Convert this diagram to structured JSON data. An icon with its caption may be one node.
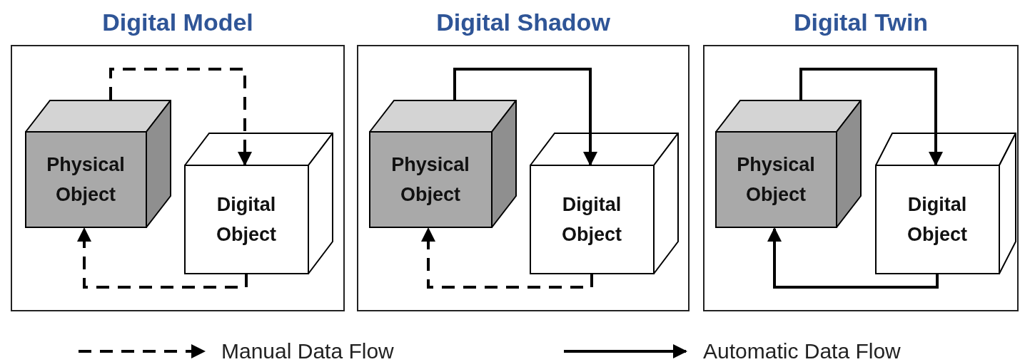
{
  "diagram": {
    "nodes": [
      {
        "text": [
          "Digital Model"
        ]
      },
      {
        "text": [
          "Physical Object"
        ],
        "in": 0
      },
      {
        "text": [
          "Digital Object"
        ],
        "in": 0
      },
      {
        "text": [
          "Digital Shadow"
        ]
      },
      {
        "text": [
          "Physical Object"
        ],
        "in": 3
      },
      {
        "text": [
          "Digital Object"
        ],
        "in": 3
      },
      {
        "text": [
          "Digital Twin"
        ]
      },
      {
        "text": [
          "Physical Object"
        ],
        "in": 6
      },
      {
        "text": [
          "Digital Object"
        ],
        "in": 6
      }
    ],
    "edges": [
      {
        "from": 1,
        "to": 2,
        "arrow": "to",
        "style": "dashed"
      },
      {
        "from": 2,
        "to": 1,
        "arrow": "to",
        "style": "dashed"
      },
      {
        "from": 4,
        "to": 5,
        "arrow": "to"
      },
      {
        "from": 5,
        "to": 4,
        "arrow": "to",
        "style": "dashed"
      },
      {
        "from": 7,
        "to": 8,
        "arrow": "to"
      },
      {
        "from": 8,
        "to": 7,
        "arrow": "to"
      }
    ],
    "legend": [
      {
        "text": "Manual Data Flow"
      },
      {
        "text": "Automatic Data Flow"
      }
    ]
  }
}
